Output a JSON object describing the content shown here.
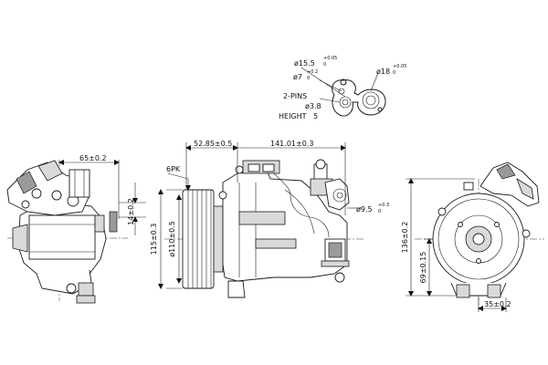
{
  "diagram": {
    "dimensions": {
      "left_width": "65±0.2",
      "left_offset": "14±0.2",
      "clutch_length": "52.85±0.5",
      "body_length": "141.01±0.3",
      "belt_type": "6PK",
      "housing_dia": "115±0.3",
      "pulley_dia": "ø110±0.5",
      "port_dia": "ø9.5",
      "port_tol": "+0.3",
      "port_tol2": "0",
      "right_height": "136±0.2",
      "right_center_height": "69±0.15",
      "right_width": "35±0.2"
    },
    "connector": {
      "pins_label": "2-PINS",
      "pin_dia": "ø3.8",
      "height_label": "HEIGHT",
      "height_value": "5",
      "d1": "ø15.5",
      "d1_tol": "+0.05",
      "d1_tol2": "0",
      "d2": "ø7",
      "d2_tol": "+0.2",
      "d2_tol2": "0",
      "d3": "ø18",
      "d3_tol": "+0.05",
      "d3_tol2": "0"
    }
  }
}
